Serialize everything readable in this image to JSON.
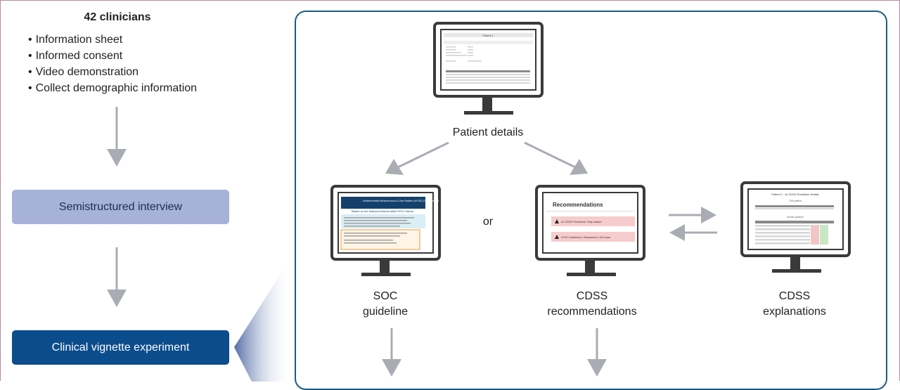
{
  "left": {
    "title": "42 clinicians",
    "bullets": [
      "Information sheet",
      "Informed consent",
      "Video demonstration",
      "Collect demographic information"
    ],
    "box1": "Semistructured interview",
    "box2": "Clinical vignette experiment"
  },
  "panel": {
    "patient_label": "Patient details",
    "or_label": "or",
    "soc_label_1": "SOC",
    "soc_label_2": "guideline",
    "cdss_rec_label_1": "CDSS",
    "cdss_rec_label_2": "recommendations",
    "cdss_exp_label_1": "CDSS",
    "cdss_exp_label_2": "explanations",
    "screens": {
      "patient": {
        "title": "Patient 1"
      },
      "soc": {
        "title": "Antimicrobial Intravenous-to-Oral Switch (IVOS) Decision Aid",
        "subtitle": "Based on the National Antimicrobial IVOS Criteria"
      },
      "rec": {
        "title": "Recommendations",
        "item1": "AI CDSS Prediction: Stop switch",
        "item2": "IVOS Guidelines: Reassess in 24 hours"
      },
      "exp": {
        "title": "Patient 1 - AI CDSS Prediction Details",
        "subtitle": "This patient",
        "subtitle2": "Similar patients"
      }
    }
  },
  "colors": {
    "navy": "#0b4c8c",
    "lavender": "#a6b2d8",
    "panel_border": "#1d5a85",
    "arrow": "#a9adb3",
    "monitor": "#3a3a3a"
  }
}
